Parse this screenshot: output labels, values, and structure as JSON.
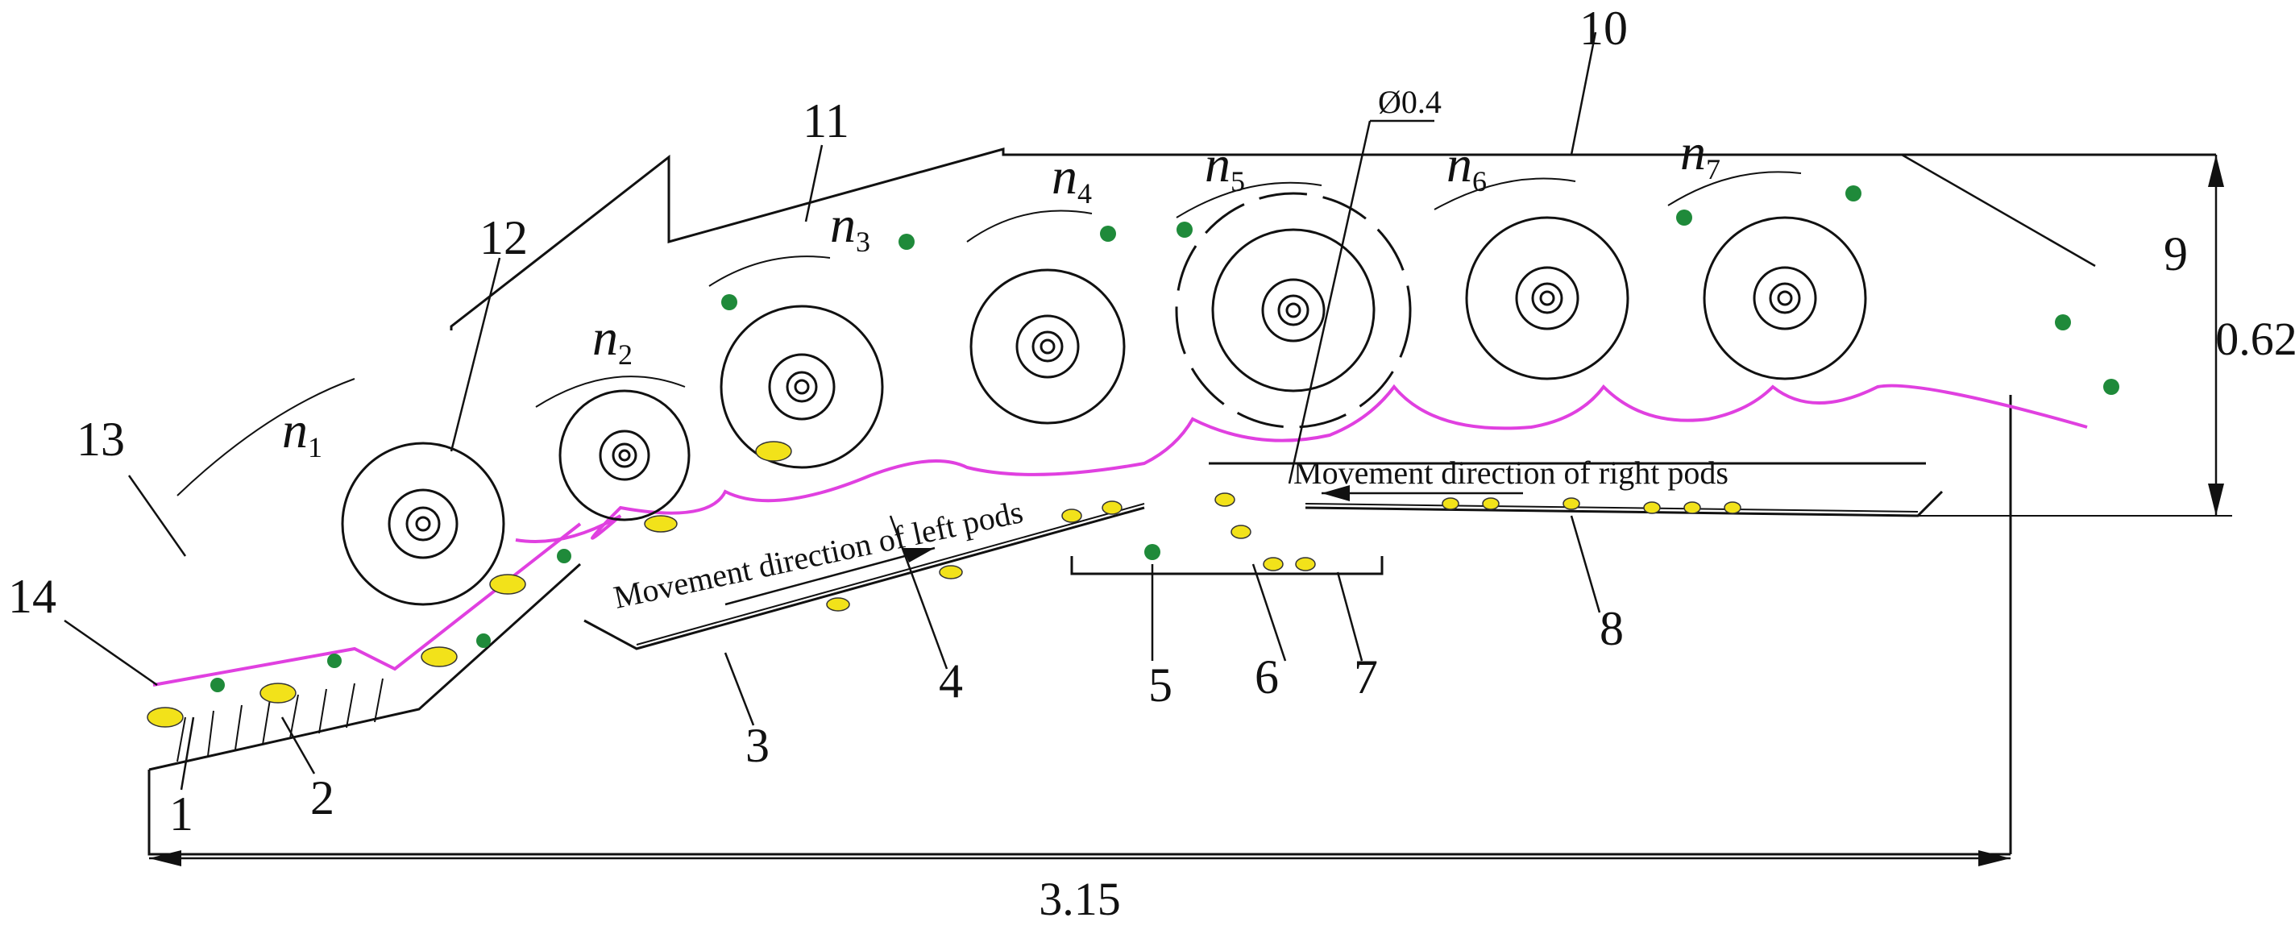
{
  "labels": {
    "n1": "1",
    "n2": "2",
    "n3": "3",
    "n4": "4",
    "n5": "5",
    "n6": "6",
    "n7": "7",
    "n8": "8",
    "n9": "9",
    "n10": "10",
    "n11": "11",
    "n12": "12",
    "n13": "13",
    "n14": "14"
  },
  "rotors": {
    "symbol": "n",
    "subs": [
      "1",
      "2",
      "3",
      "4",
      "5",
      "6",
      "7"
    ]
  },
  "dimensions": {
    "length": "3.15",
    "height": "0.62",
    "diameter": "Ø0.4"
  },
  "captions": {
    "left_pods": "Movement direction of left pods",
    "right_pods": "Movement direction of right pods"
  },
  "colors": {
    "outline": "#111111",
    "concave": "#e040e0",
    "pod": "#f2e21a",
    "leaf": "#1f8a3a"
  }
}
